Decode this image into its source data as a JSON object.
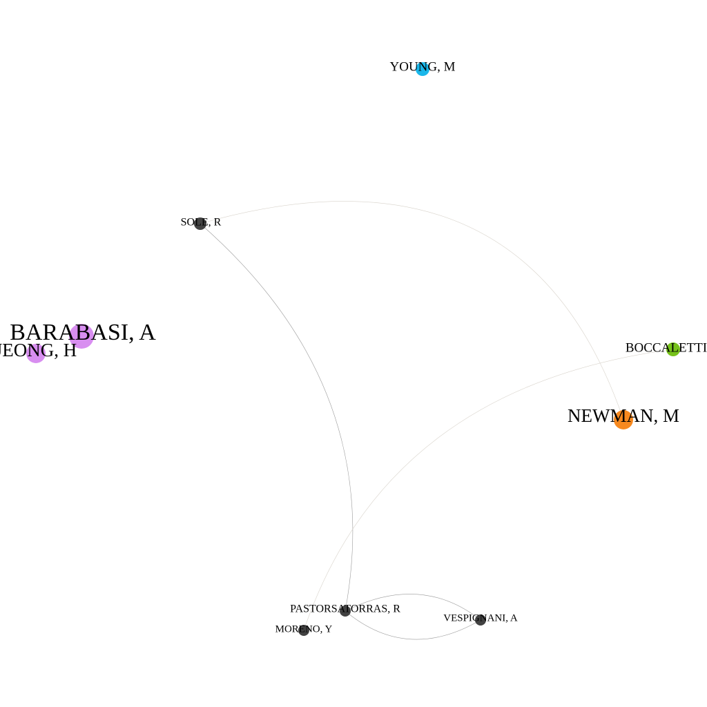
{
  "graph": {
    "colors": {
      "background": "#ffffff",
      "label": "#000000",
      "community_dark": "#424242",
      "community_purple": "#d88ef0",
      "community_blue": "#1ab7ea",
      "community_orange": "#f7891f",
      "community_green": "#76c21a"
    },
    "nodes": [
      {
        "id": "young",
        "label": "YOUNG, M",
        "color": "#1ab7ea"
      },
      {
        "id": "sole",
        "label": "SOLE, R",
        "color": "#424242"
      },
      {
        "id": "barabasi",
        "label": "BARABASI, A",
        "color": "#d88ef0"
      },
      {
        "id": "jeong",
        "label": "JEONG, H",
        "color": "#d88ef0"
      },
      {
        "id": "boccaletti",
        "label": "BOCCALETTI, S",
        "color": "#76c21a"
      },
      {
        "id": "newman",
        "label": "NEWMAN, M",
        "color": "#f7891f"
      },
      {
        "id": "pastor",
        "label": "PASTORSATORRAS, R",
        "color": "#424242"
      },
      {
        "id": "moreno",
        "label": "MORENO, Y",
        "color": "#424242"
      },
      {
        "id": "vespignani",
        "label": "VESPIGNANI, A",
        "color": "#424242"
      }
    ],
    "edges": [
      {
        "source": "sole",
        "target": "newman",
        "color": "#d8d3cb"
      },
      {
        "source": "sole",
        "target": "pastor",
        "color": "#9a9a9a"
      },
      {
        "source": "boccaletti",
        "target": "moreno",
        "color": "#d8d3cb"
      },
      {
        "source": "pastor",
        "target": "vespignani",
        "color": "#9a9a9a"
      },
      {
        "source": "vespignani",
        "target": "pastor",
        "color": "#9a9a9a"
      }
    ]
  }
}
